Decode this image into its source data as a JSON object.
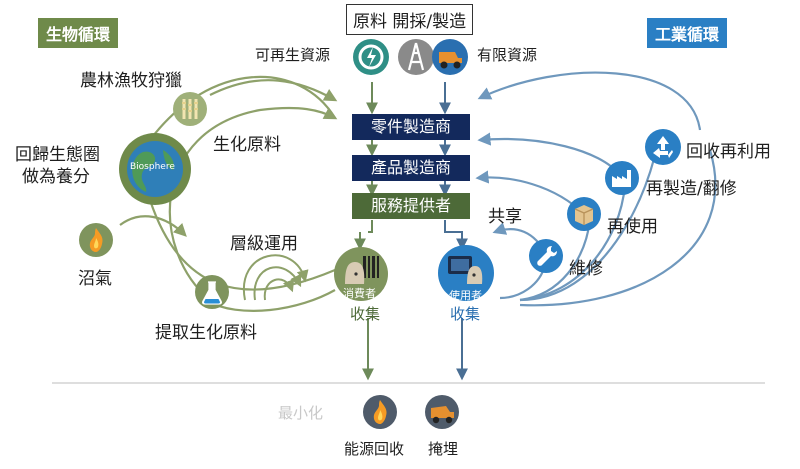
{
  "headers": {
    "bio_cycle": "生物循環",
    "industrial_cycle": "工業循環",
    "raw_materials": "原料 開採/製造"
  },
  "resources": {
    "renewable": "可再生資源",
    "finite": "有限資源"
  },
  "chain": {
    "parts_maker": "零件製造商",
    "product_maker": "產品製造商",
    "service_provider": "服務提供者"
  },
  "bio_nodes": {
    "farming": "農林漁牧狩獵",
    "biochem": "生化原料",
    "restore_line1": "回歸生態圈",
    "restore_line2": "做為養分",
    "biosphere": "Biosphere",
    "biogas": "沼氣",
    "cascade": "層級運用",
    "extract": "提取生化原料"
  },
  "tech_nodes": {
    "recycle": "回收再利用",
    "remanufacture": "再製造/翻修",
    "reuse": "再使用",
    "maintain": "維修",
    "share": "共享"
  },
  "users": {
    "consumer": "消費者",
    "user": "使用者",
    "collect_left": "收集",
    "collect_right": "收集"
  },
  "bottom": {
    "minimize": "最小化",
    "energy_recovery": "能源回收",
    "landfill": "掩埋"
  },
  "colors": {
    "bio_green": "#6f8a4a",
    "dark_green": "#4d6a38",
    "tech_blue": "#2a7fc4",
    "navy": "#13295c",
    "steel_blue": "#5b87ad"
  }
}
